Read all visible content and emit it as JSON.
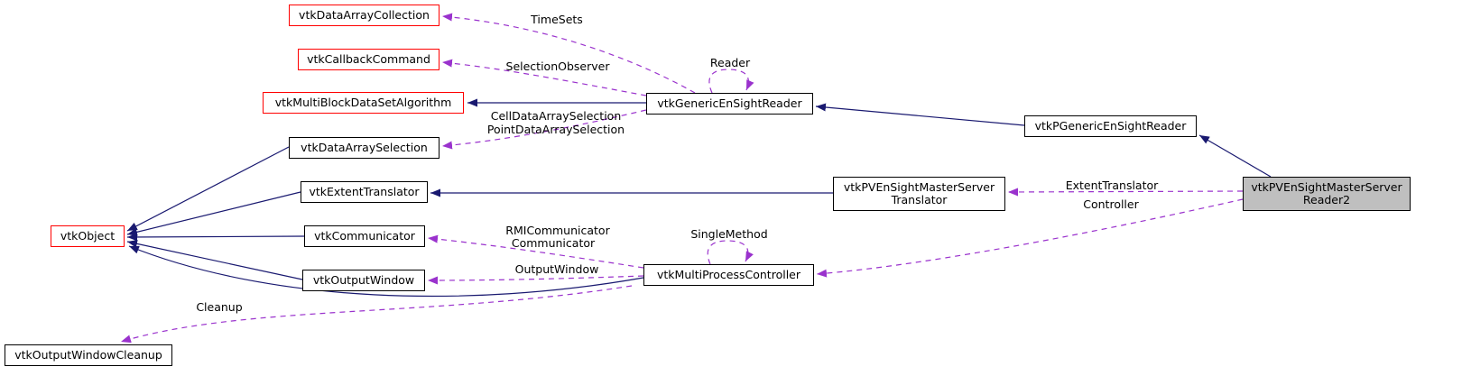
{
  "diagram": {
    "kind": "doxygen-collaboration-graph",
    "colors": {
      "inheritance_edge": "#191970",
      "usage_edge": "#9a32cd",
      "node_border": "#000000",
      "truncated_node_border": "#ff0000",
      "current_node_fill": "#bfbfbf",
      "background": "#ffffff"
    },
    "nodes": {
      "vtkDataArrayCollection": {
        "label": "vtkDataArrayCollection"
      },
      "vtkCallbackCommand": {
        "label": "vtkCallbackCommand"
      },
      "vtkMultiBlockDataSetAlgorithm": {
        "label": "vtkMultiBlockDataSetAlgorithm"
      },
      "vtkGenericEnSightReader": {
        "label": "vtkGenericEnSightReader"
      },
      "vtkPGenericEnSightReader": {
        "label": "vtkPGenericEnSightReader"
      },
      "vtkDataArraySelection": {
        "label": "vtkDataArraySelection"
      },
      "vtkExtentTranslator": {
        "label": "vtkExtentTranslator"
      },
      "vtkPVEnSightMasterServerTranslator": {
        "line1": "vtkPVEnSightMasterServer",
        "line2": "Translator"
      },
      "vtkPVEnSightMasterServerReader2": {
        "line1": "vtkPVEnSightMasterServer",
        "line2": "Reader2"
      },
      "vtkObject": {
        "label": "vtkObject"
      },
      "vtkCommunicator": {
        "label": "vtkCommunicator"
      },
      "vtkOutputWindow": {
        "label": "vtkOutputWindow"
      },
      "vtkMultiProcessController": {
        "label": "vtkMultiProcessController"
      },
      "vtkOutputWindowCleanup": {
        "label": "vtkOutputWindowCleanup"
      }
    },
    "edge_labels": {
      "timesets": "TimeSets",
      "selection_observer": "SelectionObserver",
      "reader": "Reader",
      "cell_data_array_selection": "CellDataArraySelection",
      "point_data_array_selection": "PointDataArraySelection",
      "extent_translator": "ExtentTranslator",
      "controller": "Controller",
      "rmi_communicator": "RMICommunicator",
      "communicator": "Communicator",
      "output_window": "OutputWindow",
      "single_method": "SingleMethod",
      "cleanup": "Cleanup"
    }
  }
}
